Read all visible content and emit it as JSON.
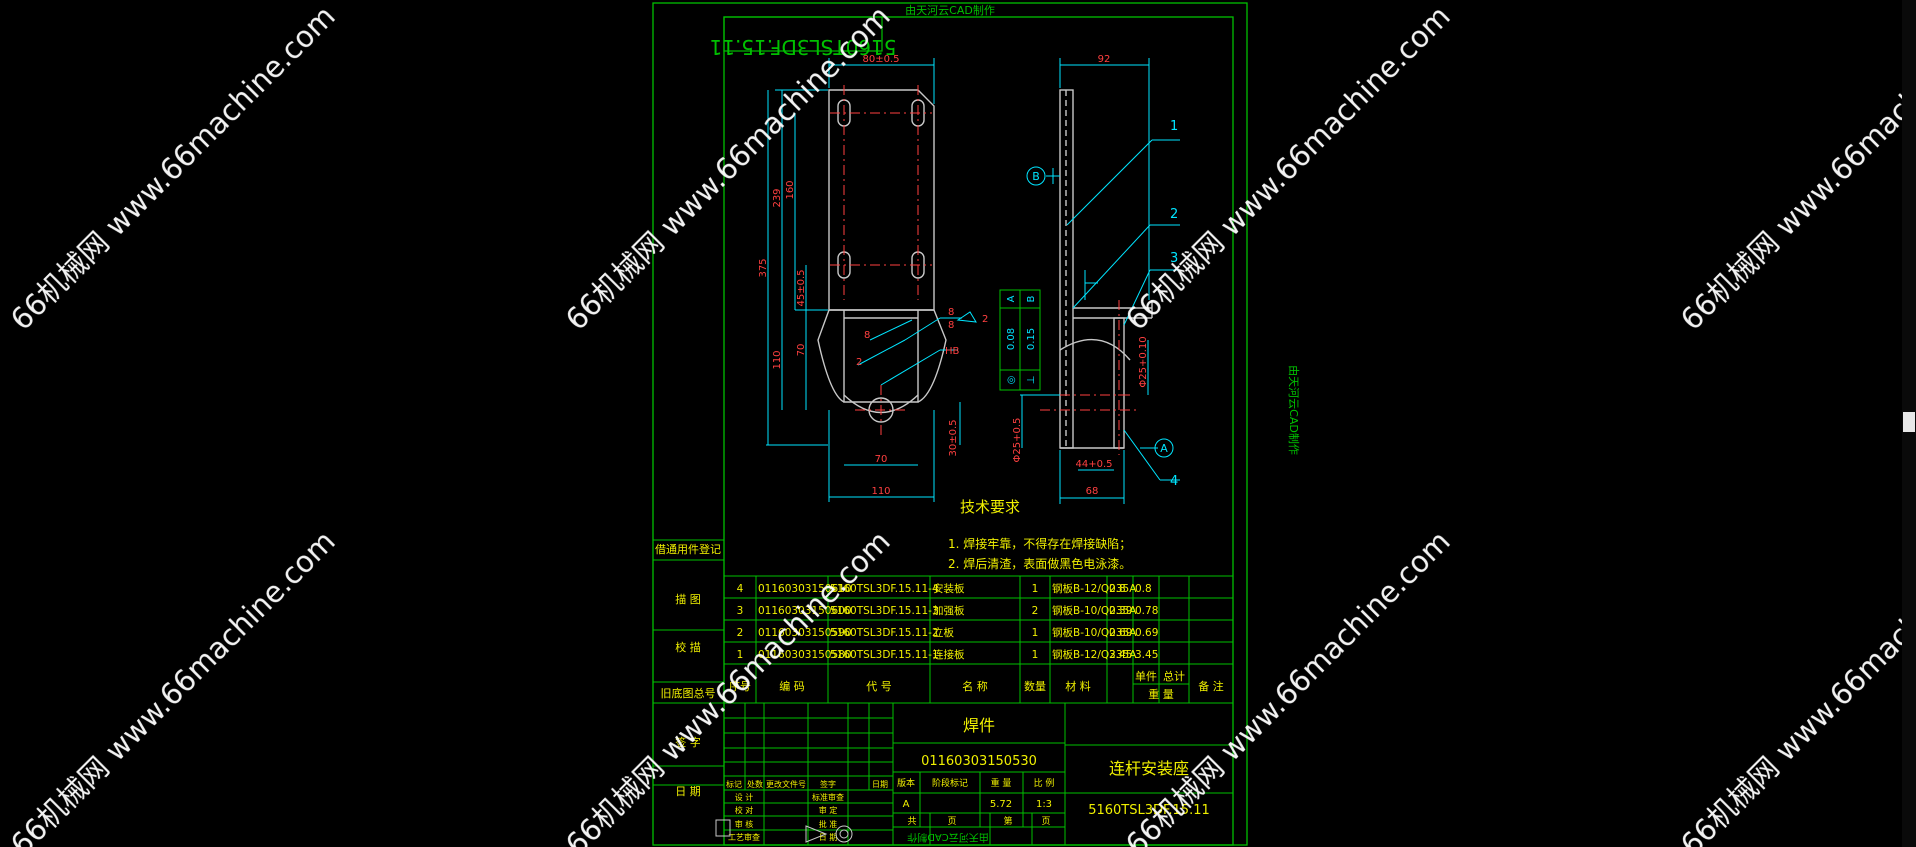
{
  "colors": {
    "background": "#000000",
    "frame": "#00c000",
    "part": "#c8c8c8",
    "dimension": "#ff4040",
    "leader": "#00e5ff",
    "note": "#f0f000",
    "watermark": "#ffffff"
  },
  "watermark": "66机械网 www.66machine.com",
  "top_banner": "由天河云CAD制作",
  "side_banner": "由天河云CAD制作",
  "bottom_banner": "由天河云CAD制作",
  "drawing_number_box": "5160TSL3DF.15.11",
  "dims": {
    "width_80": "80±0.5",
    "height_239": "239",
    "height_160": "160",
    "height_375": "375",
    "height_45": "45±0.5",
    "height_70": "70",
    "height_110": "110",
    "width_70": "70",
    "width_110": "110",
    "dim_30": "30±0.5",
    "side_92": "92",
    "side_68": "68",
    "side_44": "44+0.5",
    "side_phi25": "Φ25+0.5",
    "side_phi25b": "Φ25+0.10",
    "label_HB": "HB",
    "weld_8a": "8",
    "weld_8b": "8",
    "weld_8c": "8",
    "weld_2a": "2",
    "weld_2b": "2"
  },
  "callouts": [
    "1",
    "2",
    "3",
    "4"
  ],
  "datum_b": "B",
  "datum_a": "A",
  "tolerance": {
    "row1_val": "0.08",
    "row1_ref": "A",
    "row2_val": "0.15",
    "row2_ref": "B"
  },
  "tech_title": "技术要求",
  "tech_notes": [
    "1. 焊接牢靠，不得存在焊接缺陷；",
    "2. 焊后清渣，表面做黑色电泳漆。"
  ],
  "left_column": [
    "借通用件登记",
    "描 图",
    "校 描",
    "旧底图总号",
    "签 字",
    "日 期"
  ],
  "bom": {
    "headers": [
      "序号",
      "编 码",
      "代 号",
      "名 称",
      "数量",
      "材 料",
      "单件",
      "总计",
      "备 注"
    ],
    "weight_header": "重 量",
    "rows": [
      [
        "4",
        "01160303150610",
        "5160TSL3DF.15.11-4",
        "安装板",
        "1",
        "钢板B-12/Q235A",
        "0.8",
        "0.8",
        ""
      ],
      [
        "3",
        "01160303150600",
        "5160TSL3DF.15.11-3",
        "加强板",
        "2",
        "钢板B-10/Q235A",
        "0.39",
        "0.78",
        ""
      ],
      [
        "2",
        "01160303150590",
        "5160TSL3DF.15.11-2",
        "立板",
        "1",
        "钢板B-10/Q235A",
        "0.69",
        "0.69",
        ""
      ],
      [
        "1",
        "01160303150580",
        "5160TSL3DF.15.11-1",
        "连接板",
        "1",
        "钢板B-12/Q235A",
        "3.45",
        "3.45",
        ""
      ]
    ]
  },
  "title_block": {
    "material": "焊件",
    "code": "01160303150530",
    "name": "连杆安装座",
    "drawing_no": "5160TSL3DF.15.11",
    "rev_headers": [
      "标记",
      "处数",
      "更改文件号",
      "签字",
      "日期"
    ],
    "sign_rows": [
      "设 计",
      "校 对",
      "审 核",
      "工艺审查"
    ],
    "sign_right": [
      "标准审查",
      "审 定",
      "批 准",
      "日 期"
    ],
    "stage_headers": [
      "版本",
      "阶段标记",
      "重 量",
      "比 例"
    ],
    "stage_value": "A",
    "weight": "5.72",
    "scale": "1:3",
    "sheets": [
      "共",
      "页",
      "第",
      "页"
    ]
  }
}
